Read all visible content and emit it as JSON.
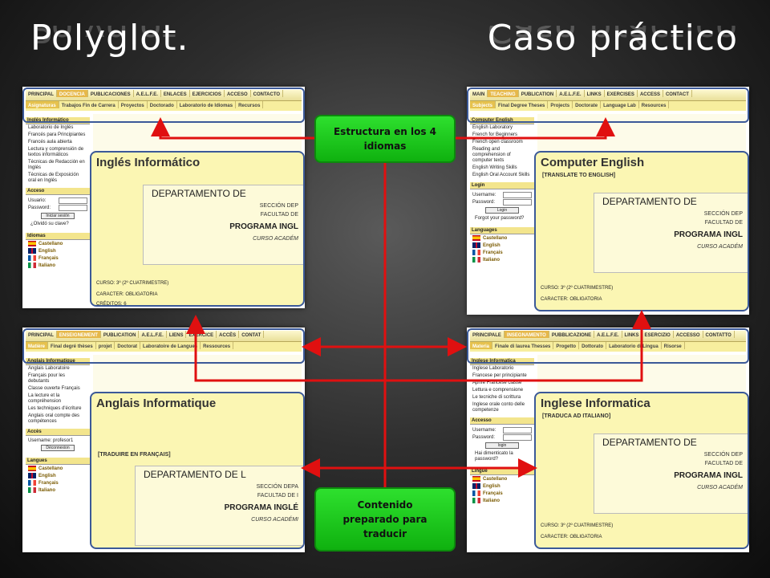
{
  "titles": {
    "left": "Polyglot.",
    "right": "Caso práctico"
  },
  "callouts": {
    "top": "Estructura en los 4 idiomas",
    "bottom": "Contenido preparado para traducir"
  },
  "colors": {
    "arrow": "#e01010",
    "callout": "#22cc22",
    "highlight": "#3b5998"
  },
  "panels": {
    "es": {
      "topnav": [
        "PRINCIPAL",
        "DOCENCIA",
        "PUBLICACIONES",
        "A.E.L.F.E.",
        "ENLACES",
        "EJERCICIOS",
        "ACCESO",
        "CONTACTO"
      ],
      "subnav": [
        "Asignaturas",
        "Trabajos Fin de Carrera",
        "Proyectos",
        "Doctorado",
        "Laboratorio de Idiomas",
        "Recursos"
      ],
      "sidebar_head": "Inglés Informático",
      "sidebar_items": [
        "Laboratorio de Inglés",
        "Francés para Principiantes",
        "Francés aula abierta",
        "Lectura y comprensión de textos informáticos",
        "Técnicas de Redacción en Inglés",
        "Técnicas de Exposición oral en Inglés"
      ],
      "access_head": "Acceso",
      "user_label": "Usuario:",
      "pass_label": "Password:",
      "login_btn": "Iniciar sesión",
      "forgot": "¿Olvidó su clave?",
      "lang_head": "Idiomas",
      "langs": [
        "Castellano",
        "English",
        "Français",
        "Italiano"
      ],
      "heading": "Inglés Informático",
      "translate_note": "",
      "dept": "DEPARTAMENTO DE",
      "section": "SECCIÓN DEP",
      "faculty": "FACULTAD DE",
      "program": "PROGRAMA INGL",
      "course": "CURSO ACADÉM",
      "curso": "CURSO: 3º (2º CUATRIMESTRE)",
      "caracter": "CARACTER: OBLIGATORIA",
      "creditos": "CRÉDITOS: 6"
    },
    "en": {
      "topnav": [
        "MAIN",
        "TEACHING",
        "PUBLICATION",
        "A.E.L.F.E.",
        "LINKS",
        "EXERCISES",
        "ACCESS",
        "CONTACT"
      ],
      "subnav": [
        "Subjects",
        "Final Degree Theses",
        "Projects",
        "Doctorate",
        "Language Lab",
        "Resources"
      ],
      "sidebar_head": "Computer English",
      "sidebar_items": [
        "English Laboratory",
        "French for Beginners",
        "French open classroom",
        "Reading and comprehension of computer texts",
        "English Writing Skills",
        "English Oral Account Skills"
      ],
      "access_head": "Login",
      "user_label": "Username:",
      "pass_label": "Password:",
      "login_btn": "Login",
      "forgot": "Forgot your password?",
      "lang_head": "Languages",
      "langs": [
        "Castellano",
        "English",
        "Français",
        "Italiano"
      ],
      "heading": "Computer English",
      "translate_note": "[TRANSLATE TO ENGLISH]",
      "dept": "DEPARTAMENTO DE",
      "section": "SECCIÓN DEP",
      "faculty": "FACULTAD DE",
      "program": "PROGRAMA INGL",
      "course": "CURSO ACADÉM",
      "curso": "CURSO: 3º (2º CUATRIMESTRE)",
      "caracter": "CARACTER: OBLIGATORIA",
      "creditos": ""
    },
    "fr": {
      "topnav": [
        "PRINCIPAL",
        "ENSEIGNEMENT",
        "PUBLICATION",
        "A.E.L.F.E.",
        "LIENS",
        "EXERCICE",
        "ACCÈS",
        "CONTAT"
      ],
      "subnav": [
        "Matière",
        "Final degré thèses",
        "projet",
        "Doctorat",
        "Laboratoire de Langues",
        "Ressources"
      ],
      "sidebar_head": "Anglais Informatique",
      "sidebar_items": [
        "Anglais Laboratoire",
        "Français pour les debutants",
        "Classe ouverte Français",
        "La lecture et la compréhension",
        "Les techniques d'écriture",
        "Anglais oral compte des compétences"
      ],
      "access_head": "Accès",
      "user_label": "Username: profesor1",
      "pass_label": "",
      "login_btn": "Déconnexion",
      "forgot": "",
      "lang_head": "Langues",
      "langs": [
        "Castellano",
        "English",
        "Français",
        "Italiano"
      ],
      "heading": "Anglais Informatique",
      "translate_note": "[TRADUIRE EN FRANÇAIS]",
      "dept": "DEPARTAMENTO DE L",
      "section": "SECCIÓN DEPA",
      "faculty": "FACULTAD DE I",
      "program": "PROGRAMA INGLÉ",
      "course": "CURSO ACADÉMI",
      "curso": "",
      "caracter": "",
      "creditos": ""
    },
    "it": {
      "topnav": [
        "PRINCIPALE",
        "INSEGNAMENTO",
        "PUBBLICAZIONE",
        "A.E.L.F.E.",
        "LINKS",
        "ESERCIZIO",
        "ACCESSO",
        "CONTATTO"
      ],
      "subnav": [
        "Materia",
        "Finale di laurea Thesses",
        "Progetto",
        "Dottorato",
        "Laboratorio di Lingua",
        "Risorse"
      ],
      "sidebar_head": "Inglese Informatica",
      "sidebar_items": [
        "Inglese Laboratorio",
        "Francese per principiante",
        "Aprire Francese classe",
        "Lettura e comprensione",
        "Le tecniche di scrittura",
        "Inglese orale conto delle competenze"
      ],
      "access_head": "Accesso",
      "user_label": "Username:",
      "pass_label": "Password:",
      "login_btn": "login",
      "forgot": "Hai dimenticato la password?",
      "lang_head": "Lingue",
      "langs": [
        "Castellano",
        "English",
        "Français",
        "Italiano"
      ],
      "heading": "Inglese Informatica",
      "translate_note": "[TRADUCA AD ITALIANO]",
      "dept": "DEPARTAMENTO DE",
      "section": "SECCIÓN DEP",
      "faculty": "FACULTAD DE",
      "program": "PROGRAMA INGL",
      "course": "CURSO ACADÉM",
      "curso": "CURSO: 3º (2º CUATRIMESTRE)",
      "caracter": "CARACTER: OBLIGATORIA",
      "creditos": ""
    }
  }
}
